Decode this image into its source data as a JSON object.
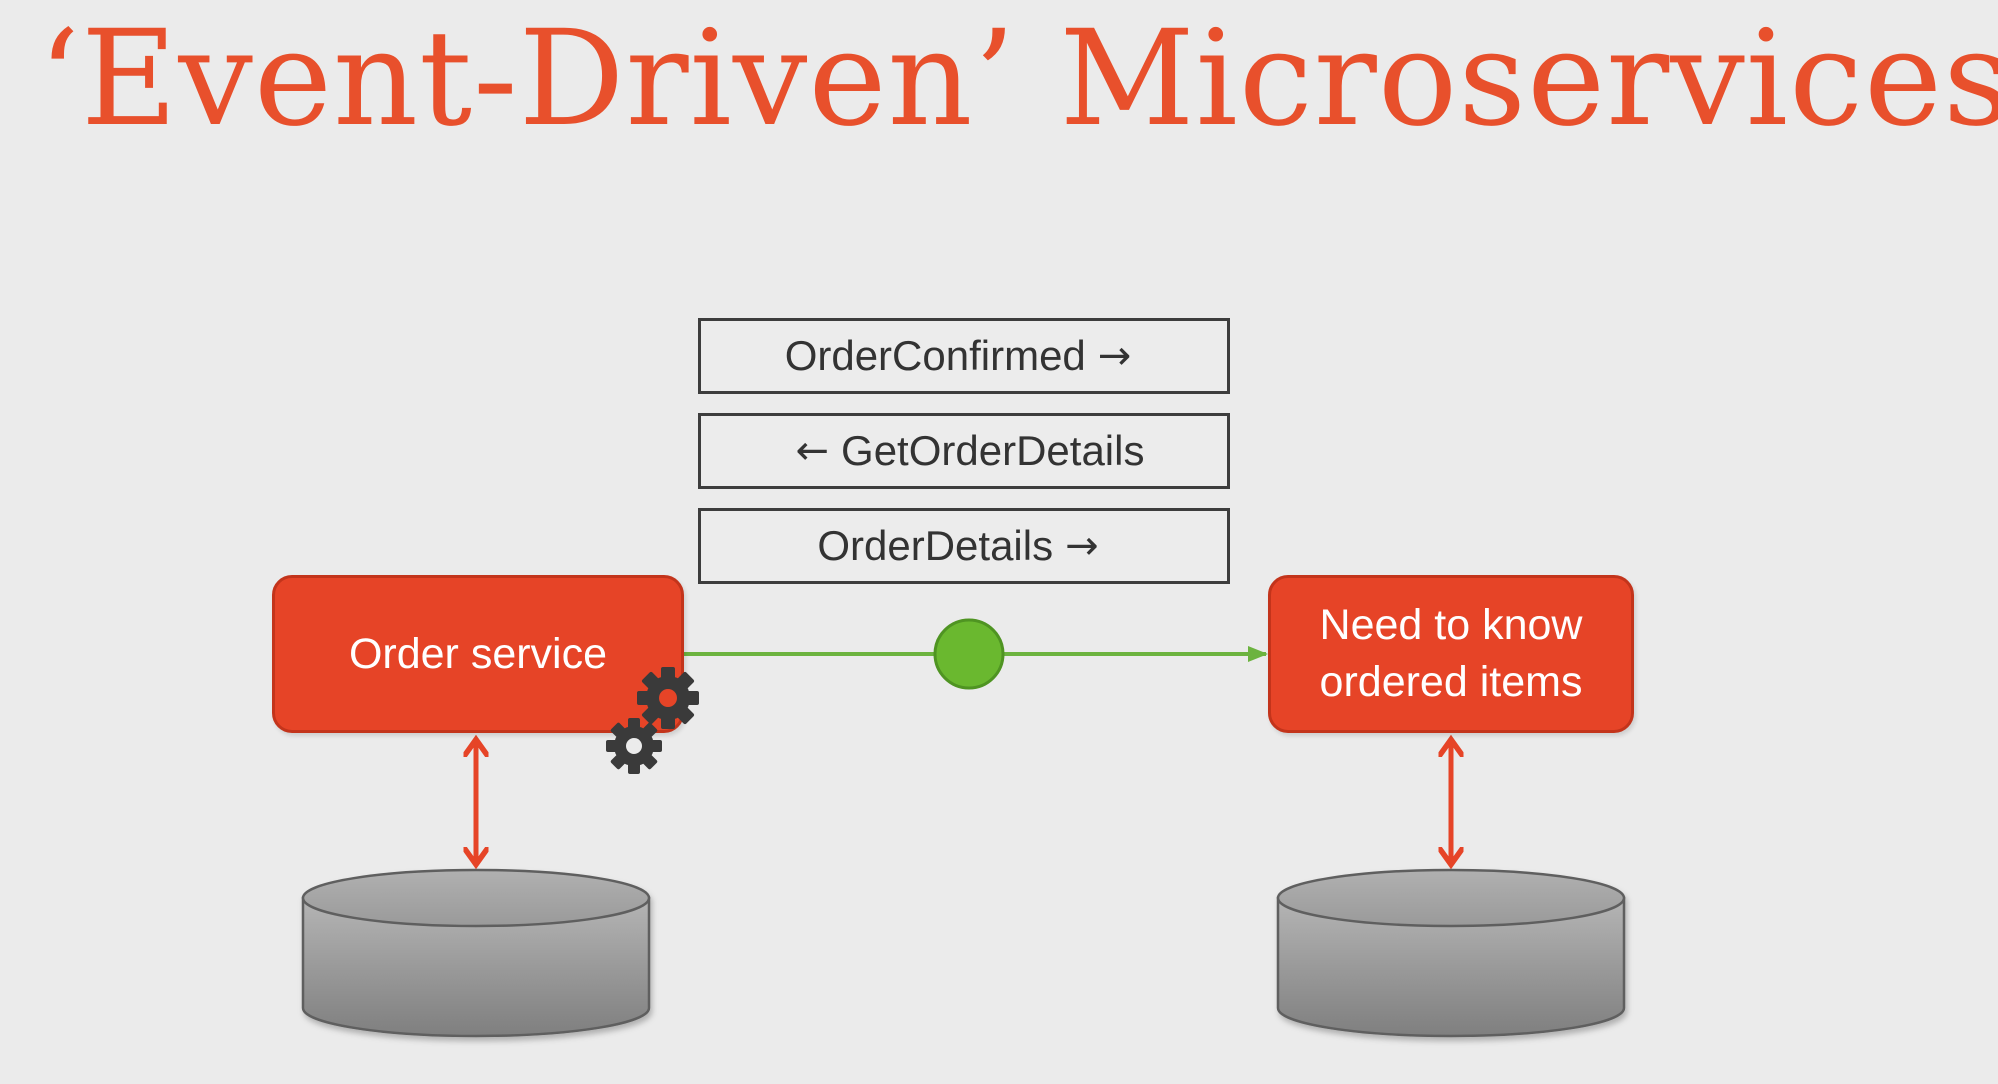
{
  "slide": {
    "title": "‘Event-Driven’ Microservices"
  },
  "messages": [
    {
      "text": "OrderConfirmed",
      "direction": "right"
    },
    {
      "text": "GetOrderDetails",
      "direction": "left"
    },
    {
      "text": "OrderDetails",
      "direction": "right"
    }
  ],
  "services": {
    "order": {
      "label": "Order service"
    },
    "consumer": {
      "line1": "Need to know",
      "line2": "ordered items"
    }
  },
  "icons": {
    "gears": "gears-icon",
    "database": "database-icon",
    "event": "event-dot-icon"
  },
  "colors": {
    "title": "#e8502c",
    "service_fill": "#e64427",
    "arrow": "#e64427",
    "event_line": "#6cb33f",
    "event_dot": "#6ab82f",
    "database": "#9a9a9a",
    "gear": "#3a3a3a",
    "background": "#ebebeb"
  }
}
